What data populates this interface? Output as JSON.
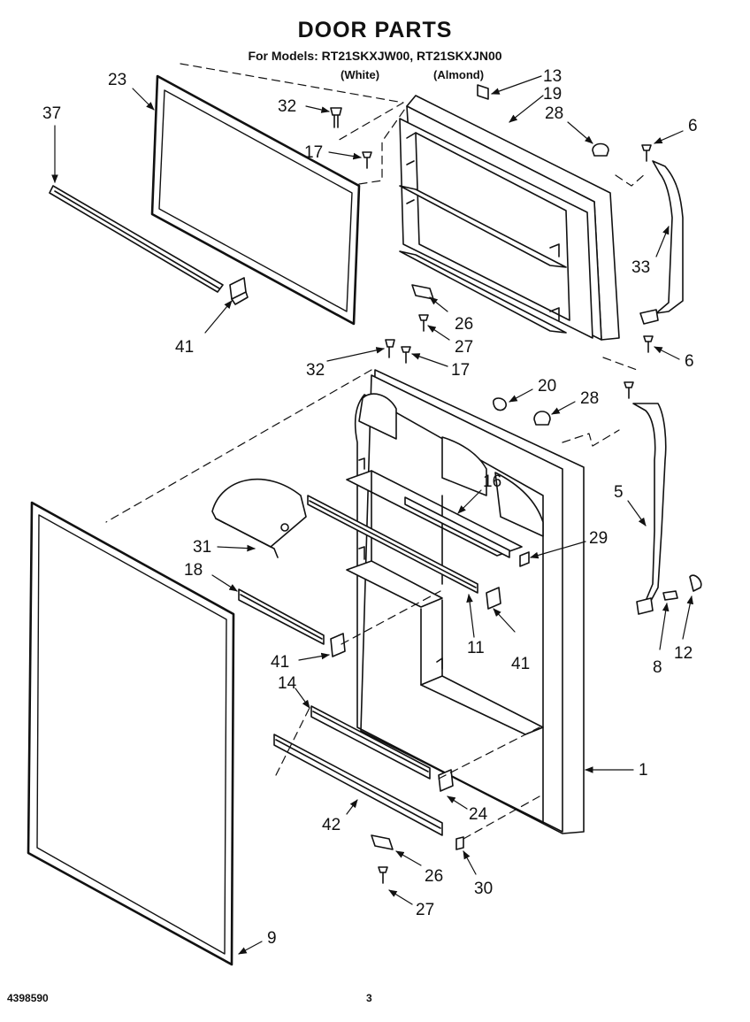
{
  "header": {
    "title": "DOOR PARTS",
    "models_line": "For Models: RT21SKXJW00, RT21SKXJN00",
    "color_white": "(White)",
    "color_almond": "(Almond)"
  },
  "footer": {
    "doc_number": "4398590",
    "page_number": "3"
  },
  "callouts": [
    {
      "id": "c13",
      "text": "13"
    },
    {
      "id": "c19",
      "text": "19"
    },
    {
      "id": "c23",
      "text": "23"
    },
    {
      "id": "c32a",
      "text": "32"
    },
    {
      "id": "c28a",
      "text": "28"
    },
    {
      "id": "c6a",
      "text": "6"
    },
    {
      "id": "c37",
      "text": "37"
    },
    {
      "id": "c17a",
      "text": "17"
    },
    {
      "id": "c33",
      "text": "33"
    },
    {
      "id": "c26a",
      "text": "26"
    },
    {
      "id": "c41a",
      "text": "41"
    },
    {
      "id": "c27a",
      "text": "27"
    },
    {
      "id": "c6b",
      "text": "6"
    },
    {
      "id": "c32b",
      "text": "32"
    },
    {
      "id": "c17b",
      "text": "17"
    },
    {
      "id": "c20",
      "text": "20"
    },
    {
      "id": "c28b",
      "text": "28"
    },
    {
      "id": "c16",
      "text": "16"
    },
    {
      "id": "c5",
      "text": "5"
    },
    {
      "id": "c31",
      "text": "31"
    },
    {
      "id": "c29",
      "text": "29"
    },
    {
      "id": "c18",
      "text": "18"
    },
    {
      "id": "c41b",
      "text": "41"
    },
    {
      "id": "c11",
      "text": "11"
    },
    {
      "id": "c41c",
      "text": "41"
    },
    {
      "id": "c8",
      "text": "8"
    },
    {
      "id": "c12",
      "text": "12"
    },
    {
      "id": "c14",
      "text": "14"
    },
    {
      "id": "c1",
      "text": "1"
    },
    {
      "id": "c24",
      "text": "24"
    },
    {
      "id": "c42",
      "text": "42"
    },
    {
      "id": "c26b",
      "text": "26"
    },
    {
      "id": "c30",
      "text": "30"
    },
    {
      "id": "c27b",
      "text": "27"
    },
    {
      "id": "c9",
      "text": "9"
    }
  ]
}
